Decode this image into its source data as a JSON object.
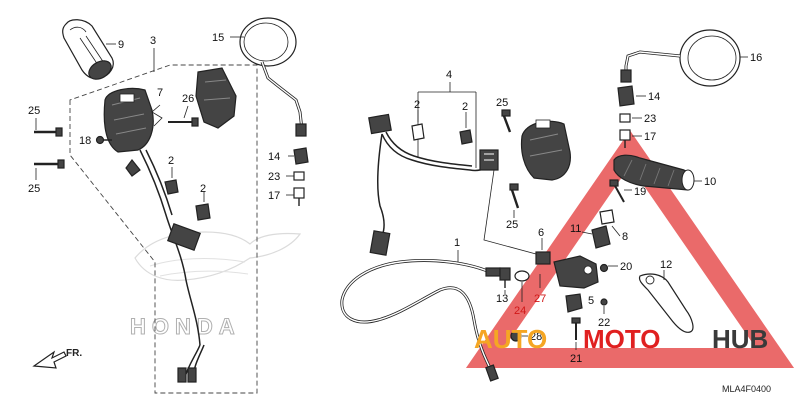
{
  "diagram": {
    "code": "MLA4F0400",
    "direction_label": "FR.",
    "brand_background": "HONDA",
    "watermark": {
      "left": "AUTO",
      "mid": "MOTO",
      "right": "HUB"
    },
    "colors": {
      "red_accent": "#e02020",
      "orange": "#f5a623",
      "dark": "#3a3a3a",
      "line": "#222222"
    },
    "callouts": {
      "c9": "9",
      "c3": "3",
      "c15": "15",
      "c7": "7",
      "c26": "26",
      "c25a": "25",
      "c18": "18",
      "c25b": "25",
      "c2a": "2",
      "c2b": "2",
      "c14a": "14",
      "c23a": "23",
      "c17a": "17",
      "c4": "4",
      "c2c": "2",
      "c2d": "2",
      "c25c": "25",
      "c25d": "25",
      "c1": "1",
      "c6": "6",
      "c13": "13",
      "c24": "24",
      "c27": "27",
      "c28": "28",
      "c5": "5",
      "c22": "22",
      "c21": "21",
      "c20": "20",
      "c11": "11",
      "c8": "8",
      "c19": "19",
      "c10": "10",
      "c12": "12",
      "c16": "16",
      "c14b": "14",
      "c23b": "23",
      "c17b": "17"
    }
  }
}
